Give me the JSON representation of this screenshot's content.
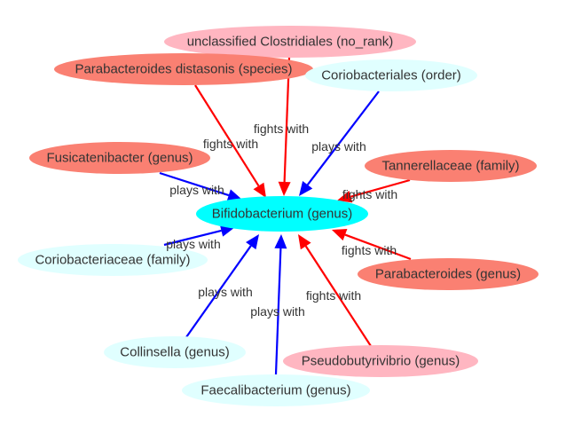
{
  "diagram": {
    "type": "network-graph",
    "colors": {
      "salmon": "#fa8072",
      "pink": "#ffb6c1",
      "lightcyan": "#e0ffff",
      "center": "#00ffff",
      "fights": "#ff0000",
      "plays": "#0000ff",
      "text": "#333333"
    },
    "center": {
      "id": "bifido",
      "label": "Bifidobacterium (genus)",
      "color": "center"
    },
    "nodes": [
      {
        "id": "clostridiales",
        "label": "unclassified Clostridiales (no_rank)",
        "color": "pink"
      },
      {
        "id": "pdistasonis",
        "label": "Parabacteroides distasonis (species)",
        "color": "salmon"
      },
      {
        "id": "coriobacteriales",
        "label": "Coriobacteriales (order)",
        "color": "lightcyan"
      },
      {
        "id": "fusicatenibacter",
        "label": "Fusicatenibacter (genus)",
        "color": "salmon"
      },
      {
        "id": "tannerellaceae",
        "label": "Tannerellaceae (family)",
        "color": "salmon"
      },
      {
        "id": "coriobacteriaceae",
        "label": "Coriobacteriaceae (family)",
        "color": "lightcyan"
      },
      {
        "id": "parabacteroides",
        "label": "Parabacteroides (genus)",
        "color": "salmon"
      },
      {
        "id": "collinsella",
        "label": "Collinsella (genus)",
        "color": "lightcyan"
      },
      {
        "id": "pseudobutyrivibrio",
        "label": "Pseudobutyrivibrio (genus)",
        "color": "pink"
      },
      {
        "id": "faecalibacterium",
        "label": "Faecalibacterium (genus)",
        "color": "lightcyan"
      }
    ],
    "edges": [
      {
        "from": "clostridiales",
        "to": "bifido",
        "label": "fights with",
        "kind": "fights"
      },
      {
        "from": "pdistasonis",
        "to": "bifido",
        "label": "fights with",
        "kind": "fights"
      },
      {
        "from": "coriobacteriales",
        "to": "bifido",
        "label": "plays with",
        "kind": "plays"
      },
      {
        "from": "fusicatenibacter",
        "to": "bifido",
        "label": "plays with",
        "kind": "plays"
      },
      {
        "from": "tannerellaceae",
        "to": "bifido",
        "label": "fights with",
        "kind": "fights"
      },
      {
        "from": "coriobacteriaceae",
        "to": "bifido",
        "label": "plays with",
        "kind": "plays"
      },
      {
        "from": "parabacteroides",
        "to": "bifido",
        "label": "fights with",
        "kind": "fights"
      },
      {
        "from": "collinsella",
        "to": "bifido",
        "label": "plays with",
        "kind": "plays"
      },
      {
        "from": "faecalibacterium",
        "to": "bifido",
        "label": "plays with",
        "kind": "plays"
      },
      {
        "from": "pseudobutyrivibrio",
        "to": "bifido",
        "label": "fights with",
        "kind": "fights"
      }
    ]
  }
}
